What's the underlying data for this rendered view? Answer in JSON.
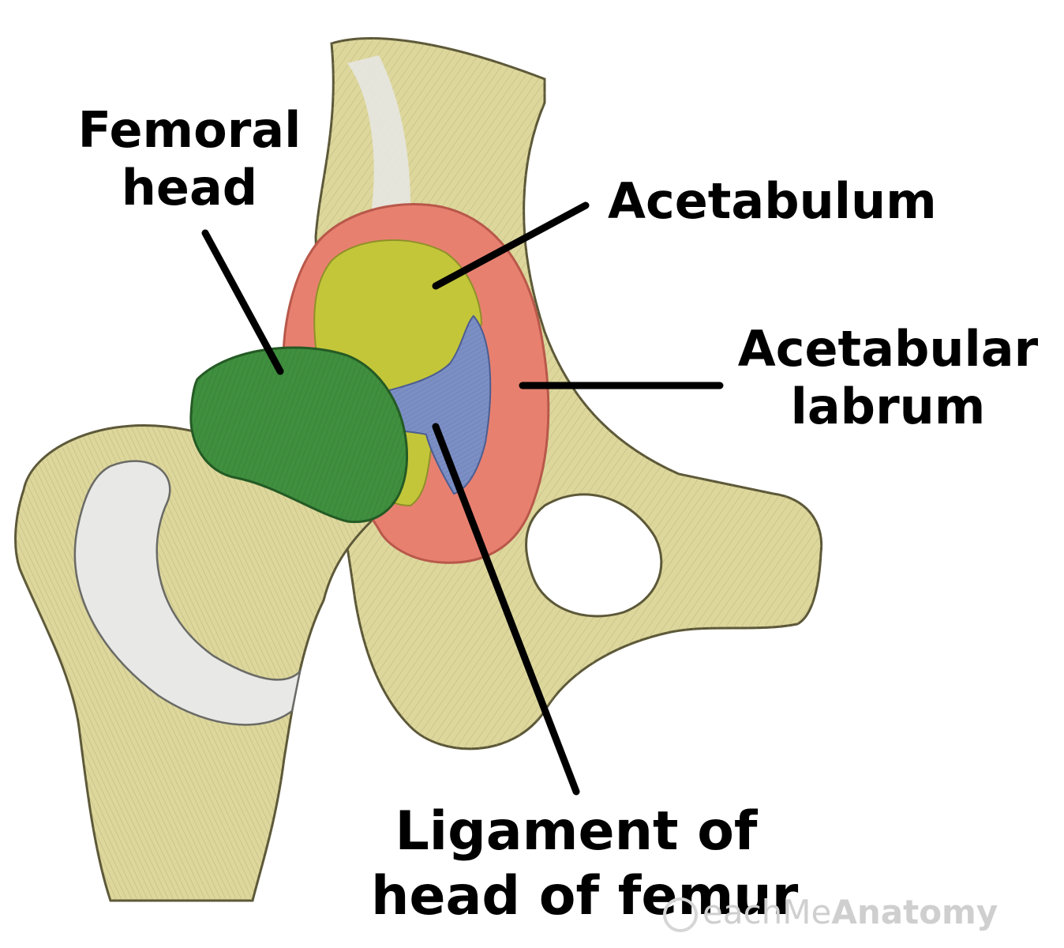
{
  "labels": {
    "femoral_head": [
      "Femoral",
      "head"
    ],
    "acetabulum": "Acetabulum",
    "acetabular_labrum": [
      "Acetabular",
      "labrum"
    ],
    "ligament": [
      "Ligament of",
      "head of femur"
    ]
  },
  "watermark": {
    "prefix": "eachMe",
    "brand": "Anatomy"
  },
  "colors": {
    "bone": "#ddd79c",
    "bone_shadow": "#a9a36c",
    "cartilage_white": "#e8e8e6",
    "femoral_head": "#3f8f3f",
    "acetabulum": "#c4c63a",
    "labrum": "#e88070",
    "ligament": "#7c8fc4",
    "leader_line": "#000000"
  },
  "icons": {
    "watermark_logo": "teachmeanatomy-logo-icon"
  }
}
